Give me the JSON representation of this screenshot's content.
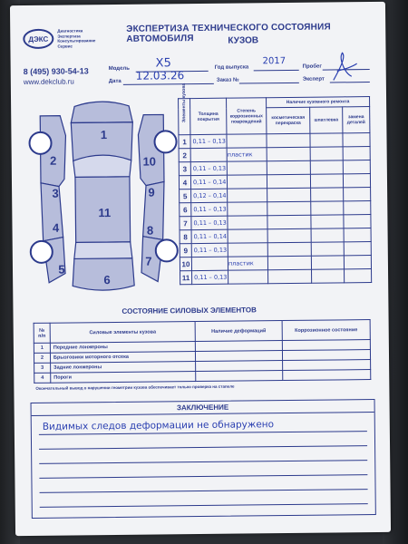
{
  "header": {
    "logo_text": "ДЭКС",
    "logo_sub": [
      "Диагностика",
      "Экспертиза",
      "Консультирование",
      "Сервис"
    ],
    "title": "ЭКСПЕРТИЗА ТЕХНИЧЕСКОГО СОСТОЯНИЯ АВТОМОБИЛЯ",
    "subtitle": "КУЗОВ",
    "phone": "8 (495) 930-54-13",
    "site": "www.dekclub.ru"
  },
  "fields": {
    "model_label": "Модель",
    "model_value": "X5",
    "year_label": "Год выпуска",
    "year_value": "2017",
    "mileage_label": "Пробег",
    "date_label": "Дата",
    "date_value": "12.03.26",
    "order_label": "Заказ №",
    "expert_label": "Эксперт"
  },
  "diagram_numbers": [
    "1",
    "2",
    "3",
    "4",
    "5",
    "6",
    "7",
    "8",
    "9",
    "10",
    "11"
  ],
  "body_table": {
    "headers": {
      "element": "Элементы кузова",
      "thickness": "Толщина покрытия",
      "corrosion": "Степень коррозионных повреждений",
      "repair": "Наличие кузовного ремонта",
      "cosmetic": "косметическая перекраска",
      "putty": "шпатлевка",
      "replace": "замена деталей"
    },
    "rows": [
      {
        "n": "1",
        "thickness": "0,11 – 0,13",
        "corrosion": ""
      },
      {
        "n": "2",
        "thickness": "",
        "corrosion": "пластик"
      },
      {
        "n": "3",
        "thickness": "0,11 – 0,13",
        "corrosion": ""
      },
      {
        "n": "4",
        "thickness": "0,11 – 0,14",
        "corrosion": ""
      },
      {
        "n": "5",
        "thickness": "0,12 – 0,14",
        "corrosion": ""
      },
      {
        "n": "6",
        "thickness": "0,11 – 0,13",
        "corrosion": ""
      },
      {
        "n": "7",
        "thickness": "0,11 – 0,13",
        "corrosion": ""
      },
      {
        "n": "8",
        "thickness": "0,11 – 0,14",
        "corrosion": ""
      },
      {
        "n": "9",
        "thickness": "0,11 – 0,13",
        "corrosion": ""
      },
      {
        "n": "10",
        "thickness": "",
        "corrosion": "пластик"
      },
      {
        "n": "11",
        "thickness": "0,11 – 0,13",
        "corrosion": ""
      }
    ]
  },
  "force": {
    "title": "СОСТОЯНИЕ СИЛОВЫХ ЭЛЕМЕНТОВ",
    "headers": {
      "num": "№ п/п",
      "name": "Силовые элементы кузова",
      "deform": "Наличие деформаций",
      "corrosion": "Коррозионное состояние"
    },
    "rows": [
      {
        "n": "1",
        "name": "Передние лонжероны"
      },
      {
        "n": "2",
        "name": "Брызговики моторного отсека"
      },
      {
        "n": "3",
        "name": "Задние лонжероны"
      },
      {
        "n": "4",
        "name": "Пороги"
      }
    ],
    "note": "Окончательный вывод о нарушении геометрии кузова обеспечивает только проверка на стапеле"
  },
  "conclusion": {
    "title": "ЗАКЛЮЧЕНИЕ",
    "text": "Видимых следов деформации не обнаружено"
  }
}
